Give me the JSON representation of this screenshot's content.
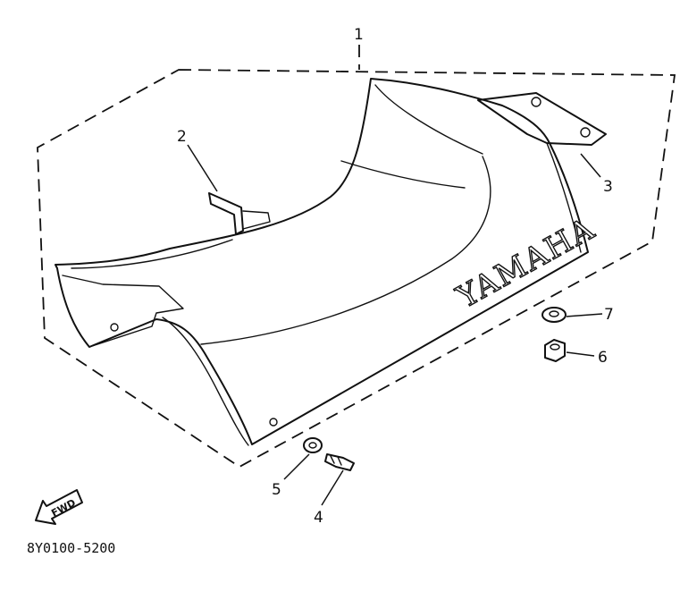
{
  "diagram": {
    "brand_text": "YAMAHA",
    "fwd_label": "FWD",
    "part_code": "8Y0100-5200",
    "callouts": [
      {
        "number": "1"
      },
      {
        "number": "2"
      },
      {
        "number": "3"
      },
      {
        "number": "4"
      },
      {
        "number": "5"
      },
      {
        "number": "6"
      },
      {
        "number": "7"
      }
    ]
  }
}
